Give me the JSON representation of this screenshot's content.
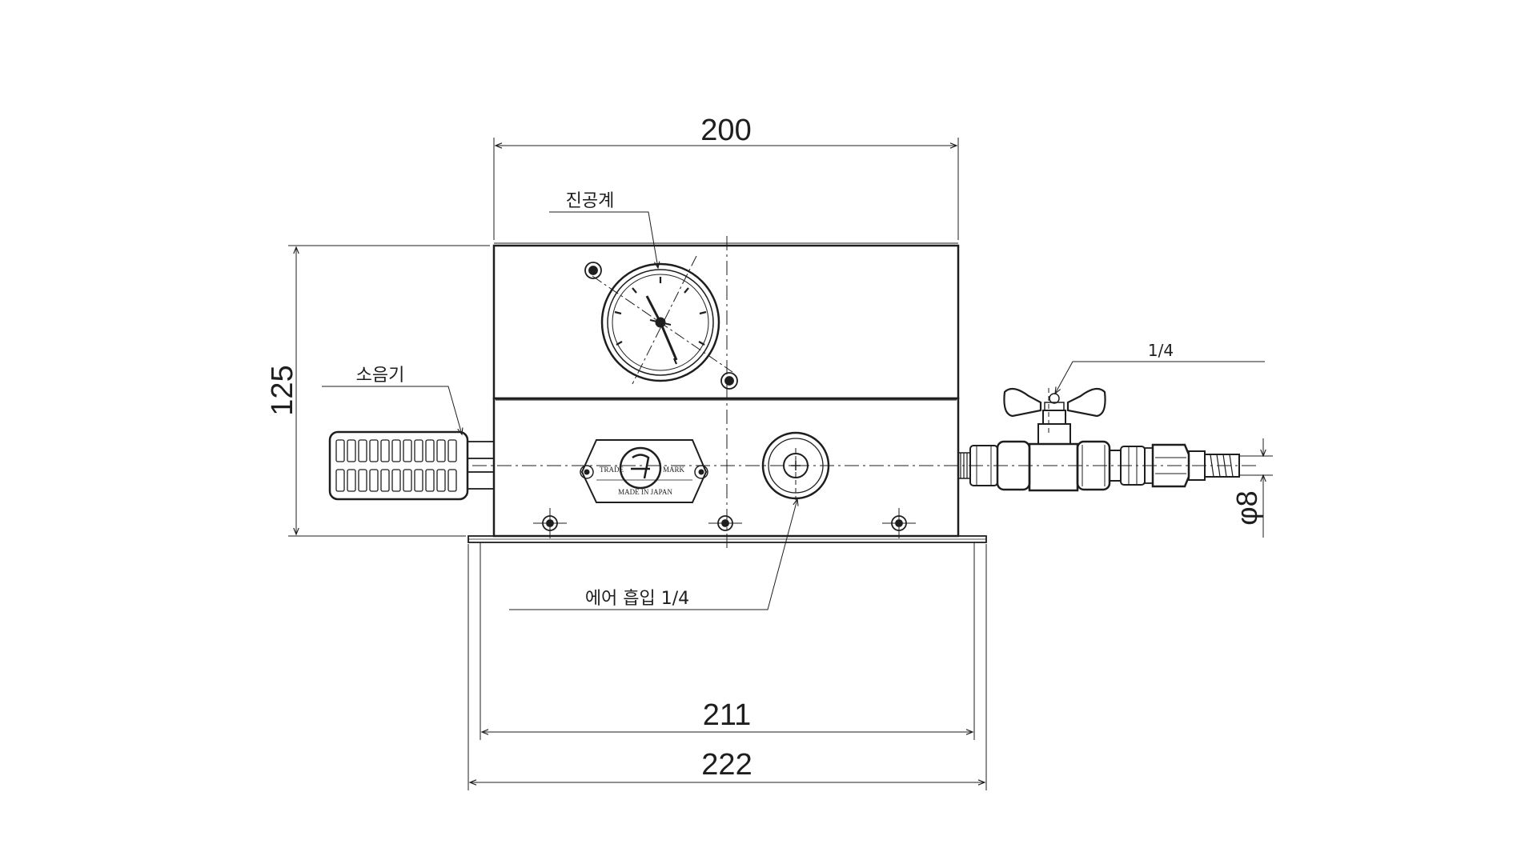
{
  "dimensions": {
    "width_top": "200",
    "height_left": "125",
    "width_base_inner": "211",
    "width_base_outer": "222",
    "hose_diameter": "φ8"
  },
  "callouts": {
    "vacuum_gauge": "진공계",
    "silencer": "소음기",
    "valve_port": "1/4",
    "air_intake": "에어 흡입 1/4"
  },
  "nameplate": {
    "left_text": "TRADE",
    "right_text": "MARK",
    "bottom_text": "MADE IN JAPAN"
  }
}
